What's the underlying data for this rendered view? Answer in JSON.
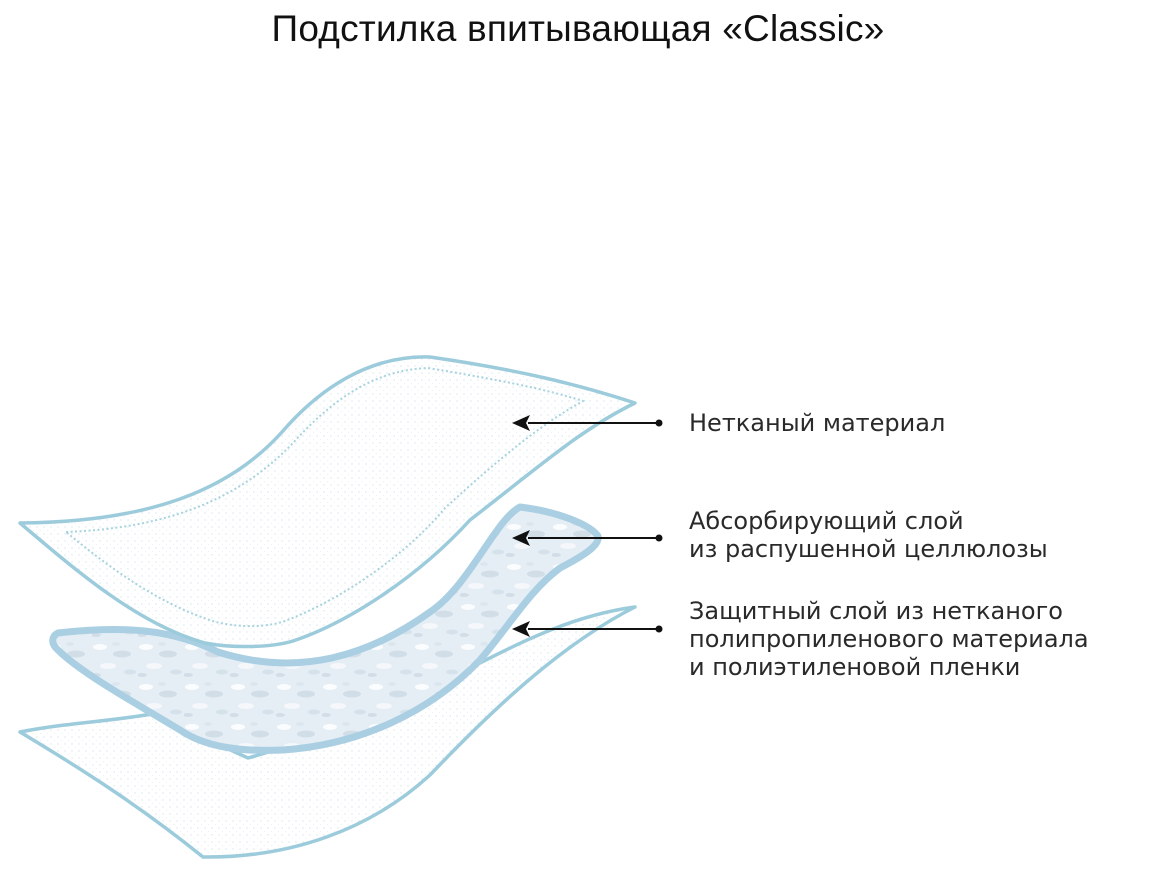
{
  "title": "Подстилка впитывающая «Classic»",
  "layers": [
    {
      "lines": [
        "Нетканый материал"
      ]
    },
    {
      "lines": [
        "Абсорбирующий слой",
        "из распушенной целлюлозы"
      ]
    },
    {
      "lines": [
        "Защитный слой из нетканого",
        "полипропиленового материала",
        "и полиэтиленовой пленки"
      ]
    }
  ],
  "colors": {
    "outline": "#9ccbdc",
    "absorbent": "#e3ecf4",
    "absorbent_edge": "#aacfe2",
    "stitch": "#a6d3df",
    "arrow": "#111111"
  }
}
